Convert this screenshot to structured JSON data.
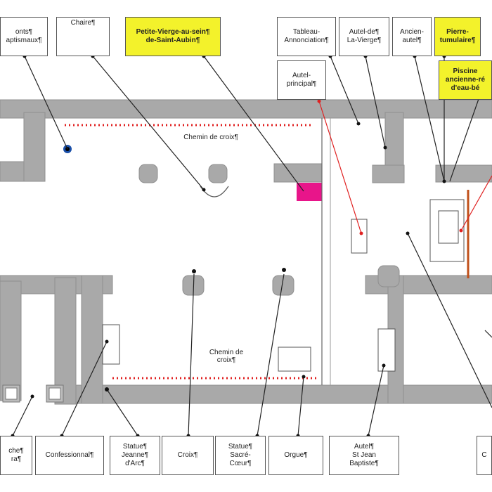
{
  "labels": {
    "fonts_baptismaux": "onts¶\naptismaux¶",
    "chaire": "Chaire¶",
    "petite_vierge": "Petite-Vierge-au-sein¶\nde-Saint-Aubin¶",
    "tableau_annonciation": "Tableau-\nAnnonciation¶",
    "autel_vierge": "Autel-de¶\nLa-Vierge¶",
    "ancien_autel": "Ancien-\nautel¶",
    "pierre_tumulaire": "Pierre-\ntumulaire¶",
    "autel_principal": "Autel-\nprincipal¶",
    "piscine": "Piscine\nancienne-ré\nd'eau-bé",
    "chemin_croix_top": "Chemin de croix¶",
    "chemin_croix_bottom": "Chemin de\ncroix¶",
    "cloche_bottom_left": "che¶\nra¶",
    "confessionnal": "Confessionnal¶",
    "statue_jeanne": "Statue¶\nJeanne¶\nd'Arc¶",
    "croix": "Croix¶",
    "statue_sacre_coeur": "Statue¶\nSacré-\nCœur¶",
    "orgue": "Orgue¶",
    "autel_st_jean": "Autel¶\nSt Jean\nBaptiste¶",
    "right_edge": "C"
  },
  "colors": {
    "highlight": "#f3f22b",
    "wall": "#a9a9a9",
    "route": "#e02020",
    "pink_block": "#e8158a",
    "blue_font": "#1a4fa8",
    "rail": "#c0501a"
  }
}
